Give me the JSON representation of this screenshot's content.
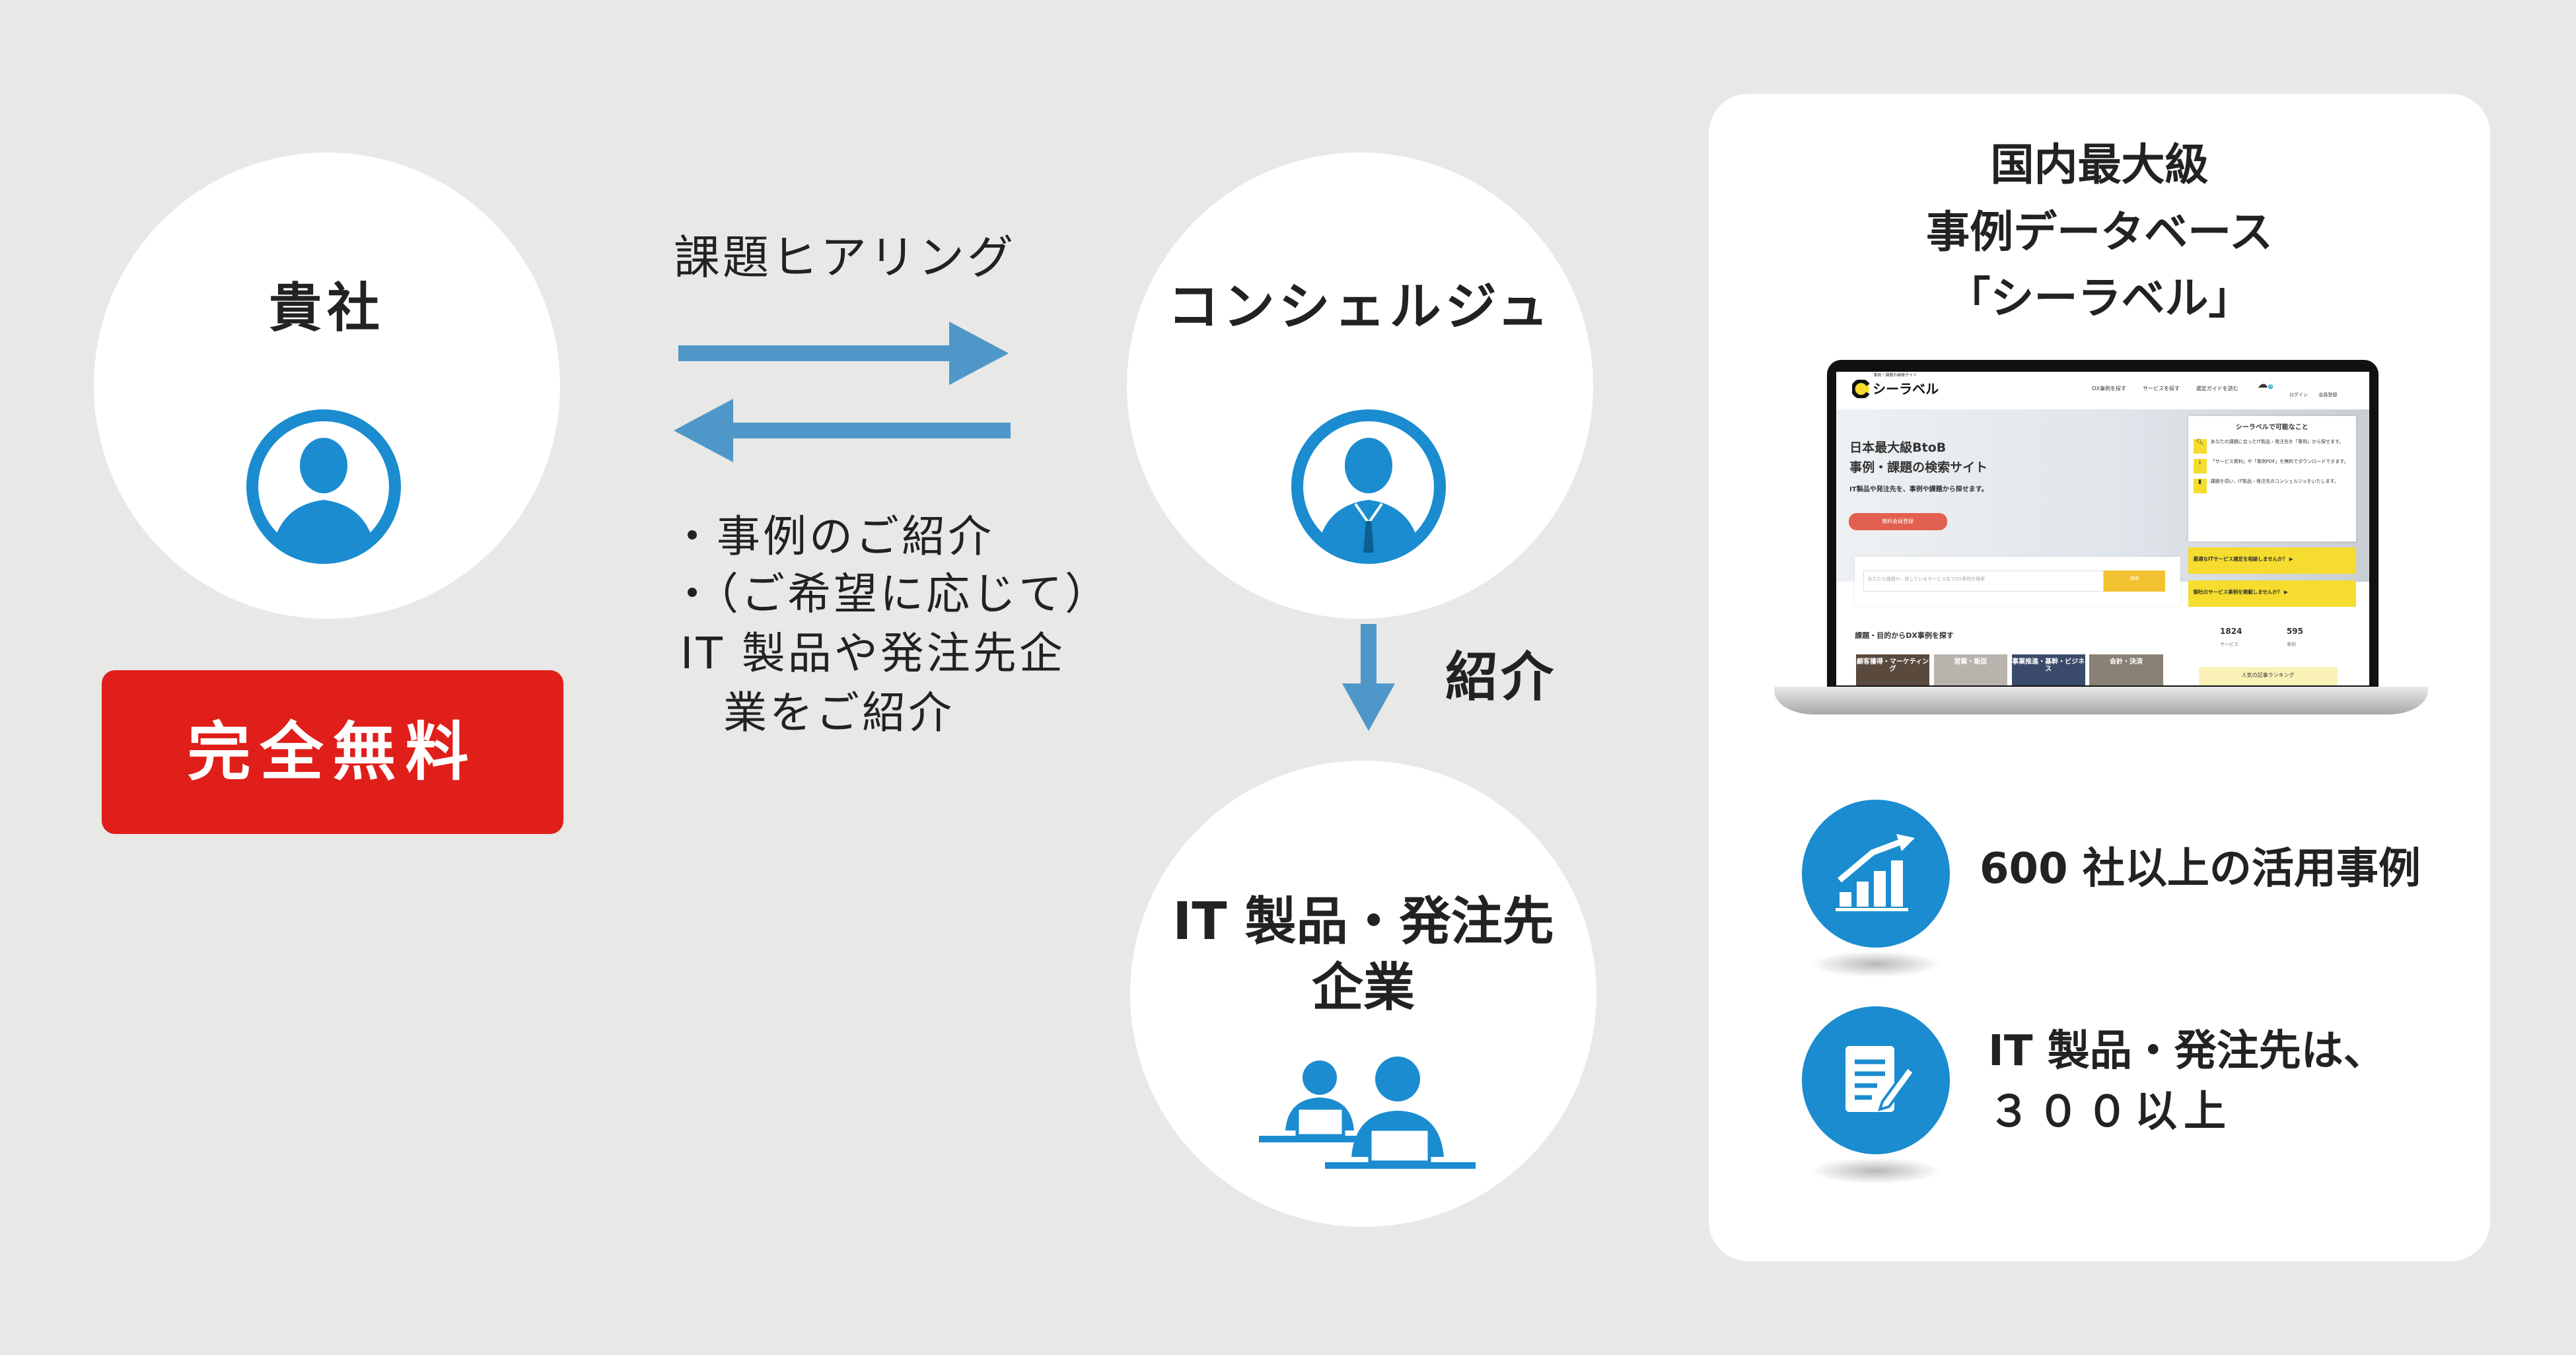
{
  "client": {
    "title": "貴社",
    "badge": "完全無料"
  },
  "hearing": {
    "label": "課題ヒアリング",
    "bullets": [
      "・事例のご紹介",
      "・（ご希望に応じて）",
      "IT 製品や発注先企",
      "業をご紹介"
    ]
  },
  "concierge": {
    "title": "コンシェルジュ"
  },
  "introduce": {
    "label": "紹介"
  },
  "vendor": {
    "title_line1": "IT 製品・発注先",
    "title_line2": "企業"
  },
  "panel": {
    "title_lines": [
      "国内最大級",
      "事例データベース",
      "「シーラベル」"
    ],
    "features": [
      {
        "icon": "growth-chart-icon",
        "text": "600 社以上の活用事例"
      },
      {
        "icon": "document-pen-icon",
        "text_line1": "IT 製品・発注先は、",
        "text_line2": "３００以上"
      }
    ]
  },
  "site": {
    "logo_tagline": "事例・課題の検索サイト",
    "logo_name": "シーラベル",
    "nav": [
      "DX事例を探す",
      "サービスを探す",
      "選定ガイドを読む"
    ],
    "download_badge": "0",
    "login": "ログイン",
    "register": "会員登録",
    "hero_title_1": "日本最大級BtoB",
    "hero_title_2": "事例・課題の検索サイト",
    "hero_sub": "IT製品や発注先を、事例や課題から探せます。",
    "hero_button": "無料会員登録",
    "card_title": "シーラベルで可能なこと",
    "card_items": [
      {
        "icon": "search-icon",
        "text": "あなたの課題に合ったIT製品・発注先を「事例」から探せます。"
      },
      {
        "icon": "download-icon",
        "text": "「サービス資料」や「事例PDF」を無料でダウンロードできます。"
      },
      {
        "icon": "bookmark-icon",
        "text": "課題を伺い、IT製品・発注先のコンシェルジュをいたします。"
      }
    ],
    "cta_1": "最適なITサービス選定を相談しませんか？ ▶",
    "cta_2": "御社のサービス事例を掲載しませんか？ ▶",
    "search_placeholder": "あなたの課題や、探しているサービス名でDX事例を検索",
    "search_button": "検索",
    "section_title": "課題・目的からDX事例を探す",
    "stats": [
      {
        "value": "1824",
        "label": "サービス"
      },
      {
        "value": "595",
        "label": "事例"
      }
    ],
    "tiles": [
      "顧客獲得・マーケティング",
      "営業・販促",
      "事業推進・基幹・ビジネス",
      "会計・決済"
    ],
    "ranking": "人気の記事ランキング"
  },
  "colors": {
    "background": "#e8e8e6",
    "icon_blue": "#1a8ccf",
    "arrow_blue": "#4f97c8",
    "badge_red": "#e01e1a",
    "brand_yellow": "#f5dc2e",
    "hero_button": "#e2604f"
  }
}
